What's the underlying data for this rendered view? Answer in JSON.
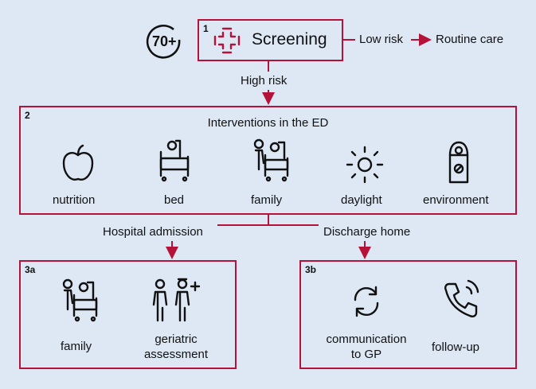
{
  "step1": {
    "number": "1",
    "title": "Screening",
    "age_badge": "70+",
    "icon": "screening-cross-icon"
  },
  "low_risk": {
    "label": "Low risk",
    "outcome": "Routine care"
  },
  "high_risk": {
    "label": "High risk"
  },
  "step2": {
    "number": "2",
    "title": "Interventions in the ED",
    "items": [
      {
        "label": "nutrition",
        "icon": "apple-icon"
      },
      {
        "label": "bed",
        "icon": "hospital-bed-icon"
      },
      {
        "label": "family",
        "icon": "family-bed-icon"
      },
      {
        "label": "daylight",
        "icon": "sun-icon"
      },
      {
        "label": "environment",
        "icon": "door-hanger-icon"
      }
    ]
  },
  "branches": {
    "left": "Hospital admission",
    "right": "Discharge home"
  },
  "step3a": {
    "number": "3a",
    "items": [
      {
        "label": "family",
        "icon": "family-bed-icon"
      },
      {
        "label_line1": "geriatric",
        "label_line2": "assessment",
        "icon": "doctor-patient-icon"
      }
    ]
  },
  "step3b": {
    "number": "3b",
    "items": [
      {
        "label_line1": "communication",
        "label_line2": "to GP",
        "icon": "refresh-icon"
      },
      {
        "label": "follow-up",
        "icon": "phone-icon"
      }
    ]
  },
  "colors": {
    "accent": "#b5123a",
    "background": "#dde8f4"
  }
}
